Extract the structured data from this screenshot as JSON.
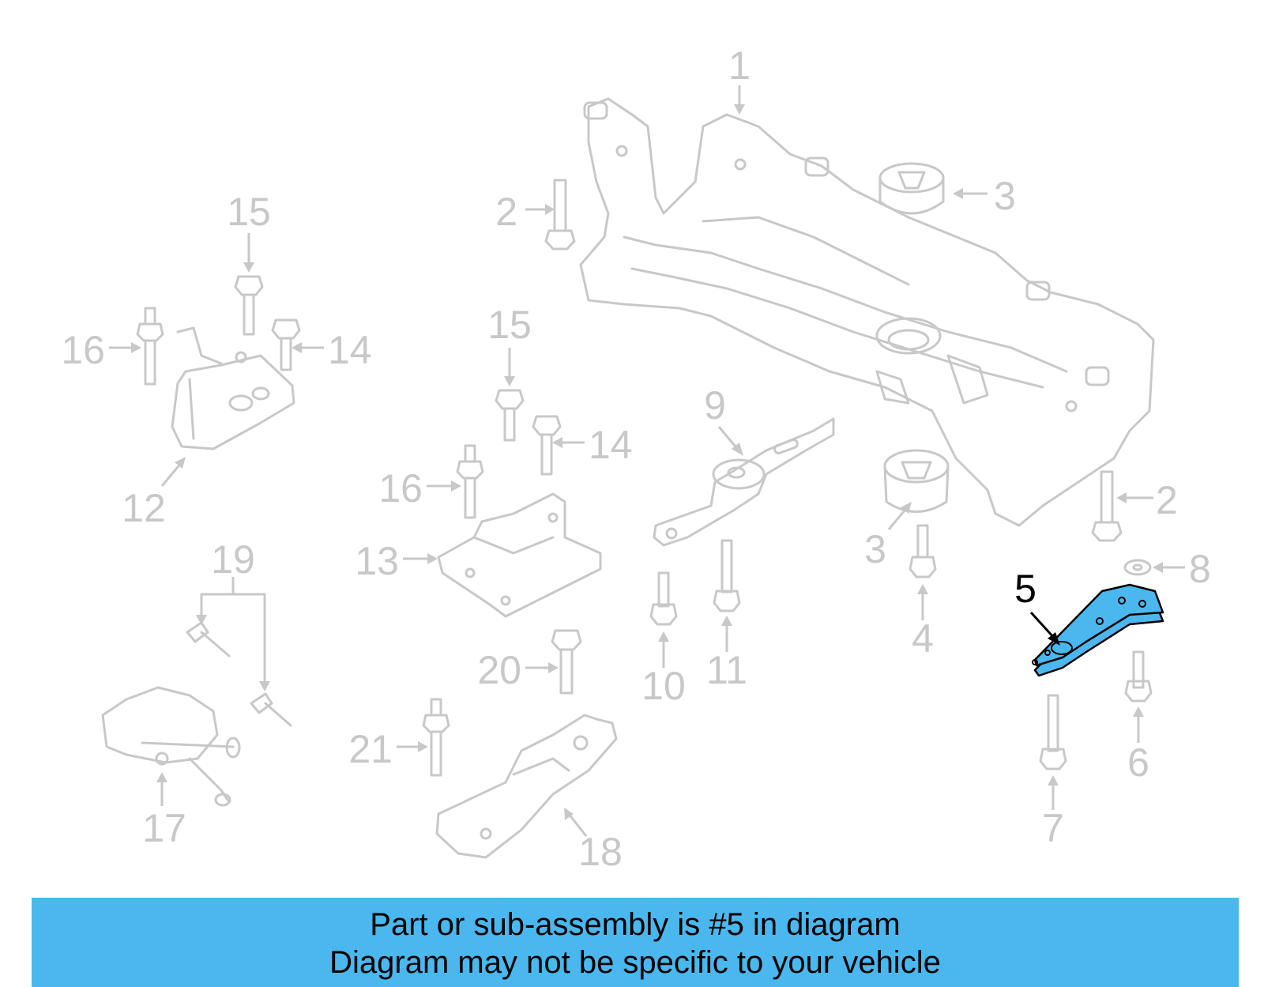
{
  "colors": {
    "highlight": "#4ab8ee",
    "part_outline": "#c8c8c8",
    "banner_bg": "#4ab8ee",
    "label": "#c8c8c8",
    "highlight_label": "#000000"
  },
  "highlighted_part": "5",
  "callouts": [
    {
      "id": "1-top",
      "text": "1"
    },
    {
      "id": "2-left",
      "text": "2"
    },
    {
      "id": "2-right",
      "text": "2"
    },
    {
      "id": "3-top",
      "text": "3"
    },
    {
      "id": "3-bottom",
      "text": "3"
    },
    {
      "id": "4",
      "text": "4"
    },
    {
      "id": "5",
      "text": "5"
    },
    {
      "id": "6",
      "text": "6"
    },
    {
      "id": "7",
      "text": "7"
    },
    {
      "id": "8",
      "text": "8"
    },
    {
      "id": "9",
      "text": "9"
    },
    {
      "id": "10",
      "text": "10"
    },
    {
      "id": "11",
      "text": "11"
    },
    {
      "id": "12",
      "text": "12"
    },
    {
      "id": "13",
      "text": "13"
    },
    {
      "id": "14-upper",
      "text": "14"
    },
    {
      "id": "14-lower",
      "text": "14"
    },
    {
      "id": "15-upper",
      "text": "15"
    },
    {
      "id": "15-lower",
      "text": "15"
    },
    {
      "id": "16-upper",
      "text": "16"
    },
    {
      "id": "16-lower",
      "text": "16"
    },
    {
      "id": "17",
      "text": "17"
    },
    {
      "id": "18",
      "text": "18"
    },
    {
      "id": "19",
      "text": "19"
    },
    {
      "id": "20",
      "text": "20"
    },
    {
      "id": "21",
      "text": "21"
    }
  ],
  "banner": {
    "line1": "Part or sub-assembly is #5 in diagram",
    "line2": "Diagram may not be specific to your vehicle"
  }
}
